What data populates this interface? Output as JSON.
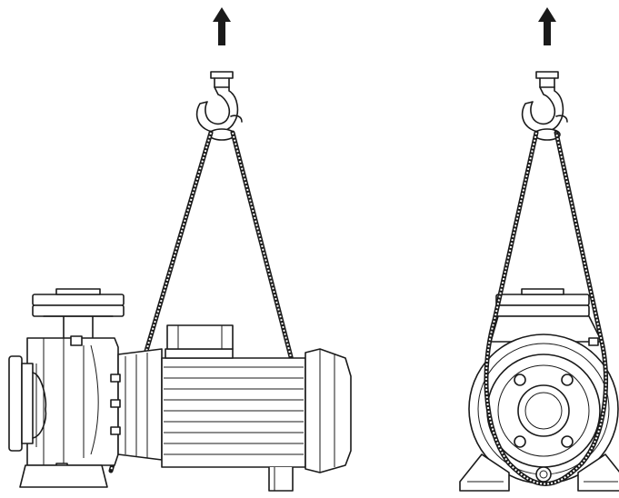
{
  "figure": {
    "views": [
      {
        "id": "side",
        "icon": "pump-side-view-icon"
      },
      {
        "id": "front",
        "icon": "pump-front-view-icon"
      }
    ],
    "lift_direction": "up",
    "icons": [
      "up-arrow-icon",
      "crane-hook-icon",
      "lifting-sling-icon"
    ]
  }
}
